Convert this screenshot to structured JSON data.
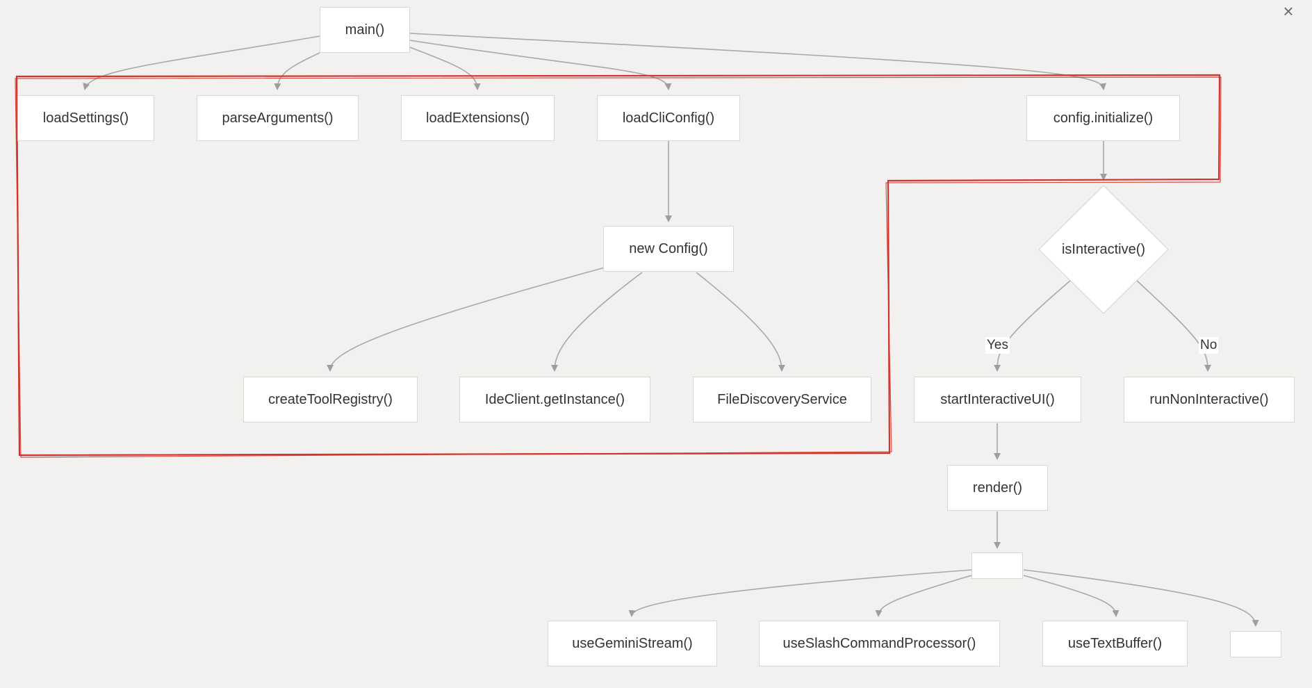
{
  "window": {
    "close_icon": "close-icon",
    "close_glyph": "×"
  },
  "colors": {
    "background": "#f2f1ef",
    "node_fill": "#ffffff",
    "node_border": "#d9d7d4",
    "edge": "#9e9e9e",
    "highlight": "#d0342c"
  },
  "nodes": {
    "main": "main()",
    "load_settings": "loadSettings()",
    "parse_arguments": "parseArguments()",
    "load_extensions": "loadExtensions()",
    "load_cli_config": "loadCliConfig()",
    "config_initialize": "config.initialize()",
    "new_config": "new Config()",
    "is_interactive": "isInteractive()",
    "create_tool_registry": "createToolRegistry()",
    "ide_client": "IdeClient.getInstance()",
    "file_discovery": "FileDiscoveryService",
    "start_interactive_ui": "startInteractiveUI()",
    "run_non_interactive": "runNonInteractive()",
    "render": "render()",
    "app_component": "",
    "use_gemini_stream": "useGeminiStream()",
    "use_slash_command": "useSlashCommandProcessor()",
    "use_text_buffer": "useTextBuffer()",
    "extra_hook": ""
  },
  "edge_labels": {
    "yes": "Yes",
    "no": "No"
  }
}
